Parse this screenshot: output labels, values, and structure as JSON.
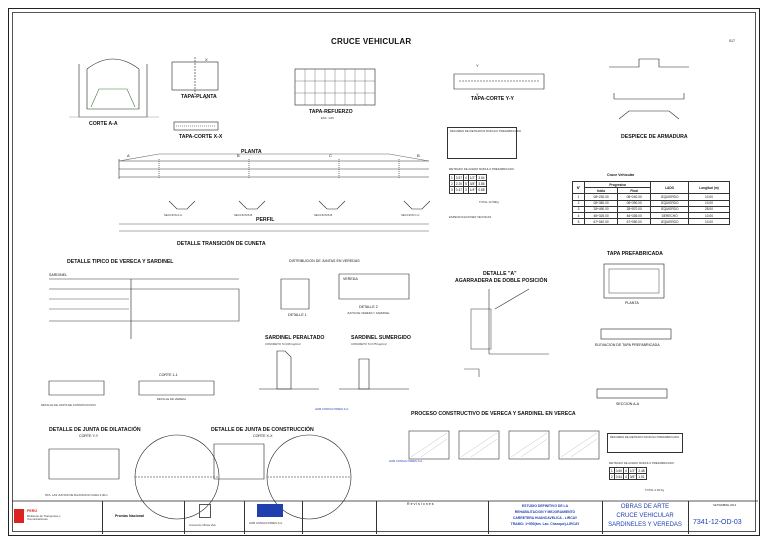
{
  "sheet": {
    "main_title": "CRUCE VEHICULAR",
    "page_code": "017"
  },
  "top_details": {
    "corte_aa": "CORTE A-A",
    "tapa_planta": "TAPA-PLANTA",
    "tapa_corte_xx": "TAPA-CORTE X-X",
    "tapa_refuerzo": "TAPA-REFUERZO",
    "tapa_corte_yy": "TAPA-CORTE Y-Y",
    "despiece": "DESPIECE DE ARMADURA",
    "planta": "PLANTA",
    "perfil": "PERFIL",
    "transicion": "DETALLE TRANSICIÓN DE CUNETA",
    "scale": "ESC. 1/25",
    "seccion_aa": "SECCION A-A",
    "seccion_bb": "SECCION B-B",
    "seccion_cc": "SECCION C-C"
  },
  "notes_center": {
    "resumen_title": "RESUMEN DE METRADOS MODULO PREFABRICADO",
    "metrado_title": "METRADO DE ACERO MODULO PREFABRICADO",
    "especif_title": "ESPECIFICACIONES TECNICAS",
    "total_kg": "TOTAL 12.50Kg"
  },
  "progressive_table": {
    "title": "Cruce Vehicular",
    "headers": [
      "N°",
      "Progresiva Inicio",
      "Progresiva Final",
      "LADO",
      "Longitud (m)"
    ],
    "group_header": "Progresiva",
    "sub_headers": [
      "Inicio",
      "Final"
    ],
    "rows": [
      [
        "1",
        "08+230.00",
        "08+240.00",
        "IZQUIERDO",
        "10.00"
      ],
      [
        "2",
        "08+380.00",
        "08+390.00",
        "IZQUIERDO",
        "10.00"
      ],
      [
        "3",
        "28+490.00",
        "28+570.00",
        "IZQUIERDO",
        "28.00"
      ],
      [
        "4",
        "46+325.00",
        "46+335.00",
        "DERECHO",
        "10.00"
      ],
      [
        "5",
        "67+040.00",
        "67+050.00",
        "IZQUIERDO",
        "10.00"
      ]
    ]
  },
  "middle_details": {
    "vereda_sardinel": "DETALLE TIPICO DE VERECA Y SARDINEL",
    "distribucion": "DISTRIBUCION DE JUNTAS EN VEREDAS",
    "detalle_1": "DETALLE 1",
    "detalle_2": "DETALLE 2",
    "junta_vereda": "JUNTA DE VEREDA Y SARDINEL",
    "detalle_a": "DETALLE \"A\"",
    "agarradera": "AGARRADERA DE DOBLE POSICIÓN",
    "tapa_prefab": "TAPA PREFABRICADA",
    "planta_small": "PLANTA",
    "elevacion": "ELEVACION DE TAPA PREFABRICADA",
    "seccion_aa_small": "SECCION A-A",
    "sardinel": "SARDINEL",
    "vereda": "VEREDA",
    "sardinel_peraltado": "SARDINEL PERALTADO",
    "sardinel_sumergido": "SARDINEL SUMERGIDO",
    "concreto_215": "CONCRETO f'c=215 kg/cm2",
    "concreto_175": "CONCRETO f'c=175 kg/cm2",
    "corte_11": "CORTE 1-1",
    "detalle_vereda": "DETALLE DE VEREDA",
    "junta_construccion_small": "DETALLE DE JUNTA DE CONSTRUCCION",
    "consultores": "HOB CONSULTORES S.A."
  },
  "bottom_details": {
    "junta_dilatacion": "DETALLE DE JUNTA DE DILATACIÓN",
    "corte_yy": "CORTE Y-Y",
    "junta_construccion": "DETALLE DE JUNTA DE CONSTRUCCIÓN",
    "corte_xx": "CORTE X-X",
    "proceso": "PROCESO CONSTRUCTIVO DE VERECA Y SARDINEL EN VERECA",
    "nota_junta": "NTA: LAS JUNTAS DE DILATACION CADA 4.00m",
    "resumen_title": "RESUMEN DE METRADO MODULO PREFABRICADO",
    "metrado_acero": "METRADO DE ACERO MODULO PREFABRICADO",
    "total_kg": "TOTAL 4.39 Kg"
  },
  "title_block": {
    "peru_label": "PERÚ",
    "ministry": "Ministerio de Transportes y Comunicaciones",
    "provias": "Provias Nacional",
    "company_b": "Consorcio Obras Vial",
    "company_hob": "HOB CONSULTORES S.A.",
    "revisions_label": "R e v i s i o n e s",
    "study_line1": "ESTUDIO DEFINITIVO DE LA",
    "study_line2": "REHABILITACION Y MEJORAMIENTO",
    "study_line3": "CARRETERA HUANCAVELICA - LIRCAY",
    "study_line4": "TRAMO: 1+550(km. Lac. Chanque)-LIRCAY",
    "sheet_title1": "OBRAS DE ARTE",
    "sheet_title2": "CRUCE VEHICULAR",
    "sheet_title3": "SARDINELES Y VEREDAS",
    "date": "SETIEMBRE 2013",
    "drawing_number": "7341-12-OD-03"
  }
}
